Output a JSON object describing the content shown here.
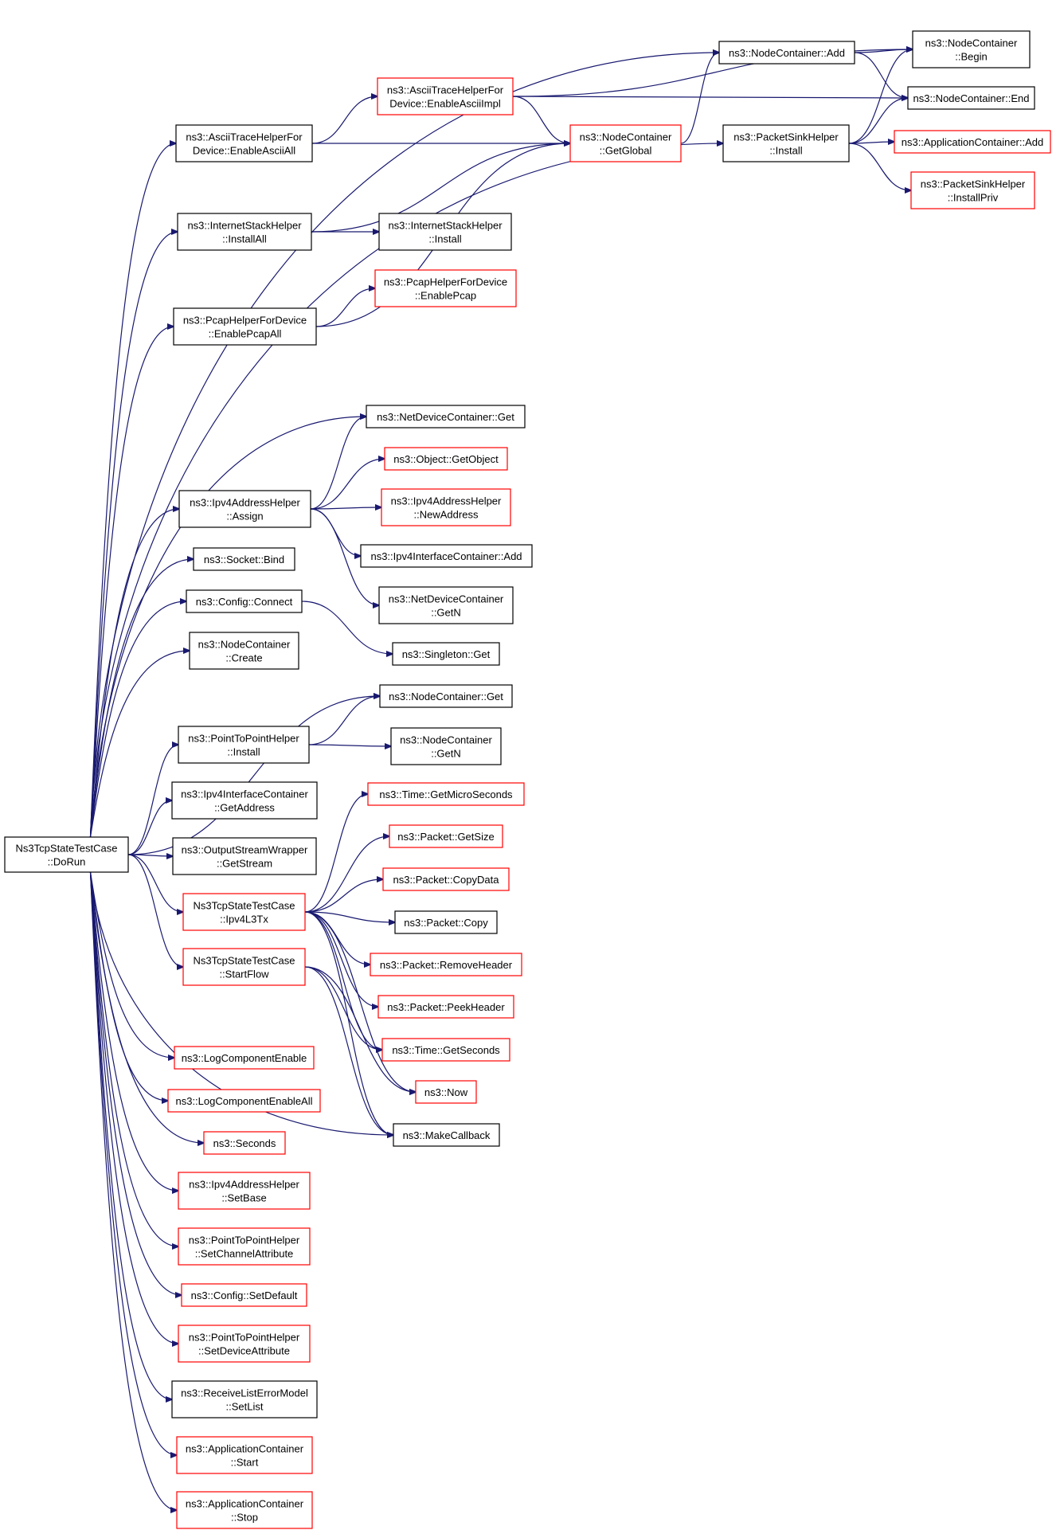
{
  "colors": {
    "edge": "#191970",
    "border_normal": "#000000",
    "border_truncated": "#ff0000",
    "root_fill": "#bfbfbf",
    "node_fill": "#ffffff"
  },
  "nodes": [
    {
      "id": "root",
      "lines": [
        "Ns3TcpStateTestCase",
        "::DoRun"
      ],
      "style": "root"
    },
    {
      "id": "enableAsciiAll",
      "lines": [
        "ns3::AsciiTraceHelperFor",
        "Device::EnableAsciiAll"
      ],
      "style": "normal"
    },
    {
      "id": "enableAsciiImpl",
      "lines": [
        "ns3::AsciiTraceHelperFor",
        "Device::EnableAsciiImpl"
      ],
      "style": "truncated"
    },
    {
      "id": "ncAdd",
      "lines": [
        "ns3::NodeContainer::Add"
      ],
      "style": "normal"
    },
    {
      "id": "ncBegin",
      "lines": [
        "ns3::NodeContainer",
        "::Begin"
      ],
      "style": "normal"
    },
    {
      "id": "ncEnd",
      "lines": [
        "ns3::NodeContainer::End"
      ],
      "style": "normal"
    },
    {
      "id": "ncGetGlobal",
      "lines": [
        "ns3::NodeContainer",
        "::GetGlobal"
      ],
      "style": "truncated"
    },
    {
      "id": "psInstall",
      "lines": [
        "ns3::PacketSinkHelper",
        "::Install"
      ],
      "style": "normal"
    },
    {
      "id": "appAdd",
      "lines": [
        "ns3::ApplicationContainer::Add"
      ],
      "style": "truncated"
    },
    {
      "id": "psInstallPriv",
      "lines": [
        "ns3::PacketSinkHelper",
        "::InstallPriv"
      ],
      "style": "truncated"
    },
    {
      "id": "ishInstallAll",
      "lines": [
        "ns3::InternetStackHelper",
        "::InstallAll"
      ],
      "style": "normal"
    },
    {
      "id": "ishInstall",
      "lines": [
        "ns3::InternetStackHelper",
        "::Install"
      ],
      "style": "normal"
    },
    {
      "id": "enablePcapAll",
      "lines": [
        "ns3::PcapHelperForDevice",
        "::EnablePcapAll"
      ],
      "style": "normal"
    },
    {
      "id": "enablePcap",
      "lines": [
        "ns3::PcapHelperForDevice",
        "::EnablePcap"
      ],
      "style": "truncated"
    },
    {
      "id": "ndcGet",
      "lines": [
        "ns3::NetDeviceContainer::Get"
      ],
      "style": "normal"
    },
    {
      "id": "getObject",
      "lines": [
        "ns3::Object::GetObject"
      ],
      "style": "truncated"
    },
    {
      "id": "assign",
      "lines": [
        "ns3::Ipv4AddressHelper",
        "::Assign"
      ],
      "style": "normal"
    },
    {
      "id": "newAddress",
      "lines": [
        "ns3::Ipv4AddressHelper",
        "::NewAddress"
      ],
      "style": "truncated"
    },
    {
      "id": "iicAdd",
      "lines": [
        "ns3::Ipv4InterfaceContainer::Add"
      ],
      "style": "normal"
    },
    {
      "id": "ndcGetN",
      "lines": [
        "ns3::NetDeviceContainer",
        "::GetN"
      ],
      "style": "normal"
    },
    {
      "id": "socketBind",
      "lines": [
        "ns3::Socket::Bind"
      ],
      "style": "normal"
    },
    {
      "id": "configConnect",
      "lines": [
        "ns3::Config::Connect"
      ],
      "style": "normal"
    },
    {
      "id": "singletonGet",
      "lines": [
        "ns3::Singleton::Get"
      ],
      "style": "normal"
    },
    {
      "id": "ncCreate",
      "lines": [
        "ns3::NodeContainer",
        "::Create"
      ],
      "style": "normal"
    },
    {
      "id": "ncGet",
      "lines": [
        "ns3::NodeContainer::Get"
      ],
      "style": "normal"
    },
    {
      "id": "p2pInstall",
      "lines": [
        "ns3::PointToPointHelper",
        "::Install"
      ],
      "style": "normal"
    },
    {
      "id": "ncGetN",
      "lines": [
        "ns3::NodeContainer",
        "::GetN"
      ],
      "style": "normal"
    },
    {
      "id": "iicGetAddress",
      "lines": [
        "ns3::Ipv4InterfaceContainer",
        "::GetAddress"
      ],
      "style": "normal"
    },
    {
      "id": "getStream",
      "lines": [
        "ns3::OutputStreamWrapper",
        "::GetStream"
      ],
      "style": "normal"
    },
    {
      "id": "timeGetMicro",
      "lines": [
        "ns3::Time::GetMicroSeconds"
      ],
      "style": "truncated"
    },
    {
      "id": "pktGetSize",
      "lines": [
        "ns3::Packet::GetSize"
      ],
      "style": "truncated"
    },
    {
      "id": "pktCopyData",
      "lines": [
        "ns3::Packet::CopyData"
      ],
      "style": "truncated"
    },
    {
      "id": "ipv4L3Tx",
      "lines": [
        "Ns3TcpStateTestCase",
        "::Ipv4L3Tx"
      ],
      "style": "truncated"
    },
    {
      "id": "pktCopy",
      "lines": [
        "ns3::Packet::Copy"
      ],
      "style": "normal"
    },
    {
      "id": "pktRemoveHeader",
      "lines": [
        "ns3::Packet::RemoveHeader"
      ],
      "style": "truncated"
    },
    {
      "id": "startFlow",
      "lines": [
        "Ns3TcpStateTestCase",
        "::StartFlow"
      ],
      "style": "truncated"
    },
    {
      "id": "pktPeekHeader",
      "lines": [
        "ns3::Packet::PeekHeader"
      ],
      "style": "truncated"
    },
    {
      "id": "timeGetSeconds",
      "lines": [
        "ns3::Time::GetSeconds"
      ],
      "style": "truncated"
    },
    {
      "id": "now",
      "lines": [
        "ns3::Now"
      ],
      "style": "truncated"
    },
    {
      "id": "makeCallback",
      "lines": [
        "ns3::MakeCallback"
      ],
      "style": "normal"
    },
    {
      "id": "logEnable",
      "lines": [
        "ns3::LogComponentEnable"
      ],
      "style": "truncated"
    },
    {
      "id": "logEnableAll",
      "lines": [
        "ns3::LogComponentEnableAll"
      ],
      "style": "truncated"
    },
    {
      "id": "seconds",
      "lines": [
        "ns3::Seconds"
      ],
      "style": "truncated"
    },
    {
      "id": "setBase",
      "lines": [
        "ns3::Ipv4AddressHelper",
        "::SetBase"
      ],
      "style": "truncated"
    },
    {
      "id": "setChannelAttr",
      "lines": [
        "ns3::PointToPointHelper",
        "::SetChannelAttribute"
      ],
      "style": "truncated"
    },
    {
      "id": "setDefault",
      "lines": [
        "ns3::Config::SetDefault"
      ],
      "style": "truncated"
    },
    {
      "id": "setDeviceAttr",
      "lines": [
        "ns3::PointToPointHelper",
        "::SetDeviceAttribute"
      ],
      "style": "truncated"
    },
    {
      "id": "setList",
      "lines": [
        "ns3::ReceiveListErrorModel",
        "::SetList"
      ],
      "style": "normal"
    },
    {
      "id": "appStart",
      "lines": [
        "ns3::ApplicationContainer",
        "::Start"
      ],
      "style": "truncated"
    },
    {
      "id": "appStop",
      "lines": [
        "ns3::ApplicationContainer",
        "::Stop"
      ],
      "style": "truncated"
    }
  ],
  "edges": [
    [
      "root",
      "ncAdd"
    ],
    [
      "root",
      "enableAsciiAll"
    ],
    [
      "root",
      "ishInstallAll"
    ],
    [
      "root",
      "enablePcapAll"
    ],
    [
      "root",
      "psInstall"
    ],
    [
      "root",
      "ndcGet"
    ],
    [
      "root",
      "assign"
    ],
    [
      "root",
      "socketBind"
    ],
    [
      "root",
      "configConnect"
    ],
    [
      "root",
      "ncCreate"
    ],
    [
      "root",
      "ncGet"
    ],
    [
      "root",
      "p2pInstall"
    ],
    [
      "root",
      "iicGetAddress"
    ],
    [
      "root",
      "getStream"
    ],
    [
      "root",
      "ipv4L3Tx"
    ],
    [
      "root",
      "startFlow"
    ],
    [
      "root",
      "makeCallback"
    ],
    [
      "root",
      "logEnable"
    ],
    [
      "root",
      "logEnableAll"
    ],
    [
      "root",
      "seconds"
    ],
    [
      "root",
      "setBase"
    ],
    [
      "root",
      "setChannelAttr"
    ],
    [
      "root",
      "setDefault"
    ],
    [
      "root",
      "setDeviceAttr"
    ],
    [
      "root",
      "setList"
    ],
    [
      "root",
      "appStart"
    ],
    [
      "root",
      "appStop"
    ],
    [
      "enableAsciiAll",
      "enableAsciiImpl"
    ],
    [
      "enableAsciiAll",
      "ncGetGlobal"
    ],
    [
      "enableAsciiImpl",
      "ncBegin"
    ],
    [
      "enableAsciiImpl",
      "ncEnd"
    ],
    [
      "enableAsciiImpl",
      "ncGetGlobal"
    ],
    [
      "ncAdd",
      "ncBegin"
    ],
    [
      "ncAdd",
      "ncEnd"
    ],
    [
      "ncGetGlobal",
      "ncAdd"
    ],
    [
      "psInstall",
      "ncBegin"
    ],
    [
      "psInstall",
      "ncEnd"
    ],
    [
      "psInstall",
      "appAdd"
    ],
    [
      "psInstall",
      "psInstallPriv"
    ],
    [
      "ishInstallAll",
      "ncGetGlobal"
    ],
    [
      "ishInstallAll",
      "ishInstall"
    ],
    [
      "enablePcapAll",
      "enablePcap"
    ],
    [
      "enablePcapAll",
      "ncGetGlobal"
    ],
    [
      "assign",
      "ndcGet"
    ],
    [
      "assign",
      "getObject"
    ],
    [
      "assign",
      "newAddress"
    ],
    [
      "assign",
      "iicAdd"
    ],
    [
      "assign",
      "ndcGetN"
    ],
    [
      "configConnect",
      "singletonGet"
    ],
    [
      "p2pInstall",
      "ncGet"
    ],
    [
      "p2pInstall",
      "ncGetN"
    ],
    [
      "ipv4L3Tx",
      "timeGetMicro"
    ],
    [
      "ipv4L3Tx",
      "pktGetSize"
    ],
    [
      "ipv4L3Tx",
      "pktCopyData"
    ],
    [
      "ipv4L3Tx",
      "pktCopy"
    ],
    [
      "ipv4L3Tx",
      "pktRemoveHeader"
    ],
    [
      "ipv4L3Tx",
      "pktPeekHeader"
    ],
    [
      "ipv4L3Tx",
      "timeGetSeconds"
    ],
    [
      "ipv4L3Tx",
      "now"
    ],
    [
      "ipv4L3Tx",
      "makeCallback"
    ],
    [
      "startFlow",
      "timeGetSeconds"
    ],
    [
      "startFlow",
      "now"
    ],
    [
      "startFlow",
      "makeCallback"
    ]
  ]
}
